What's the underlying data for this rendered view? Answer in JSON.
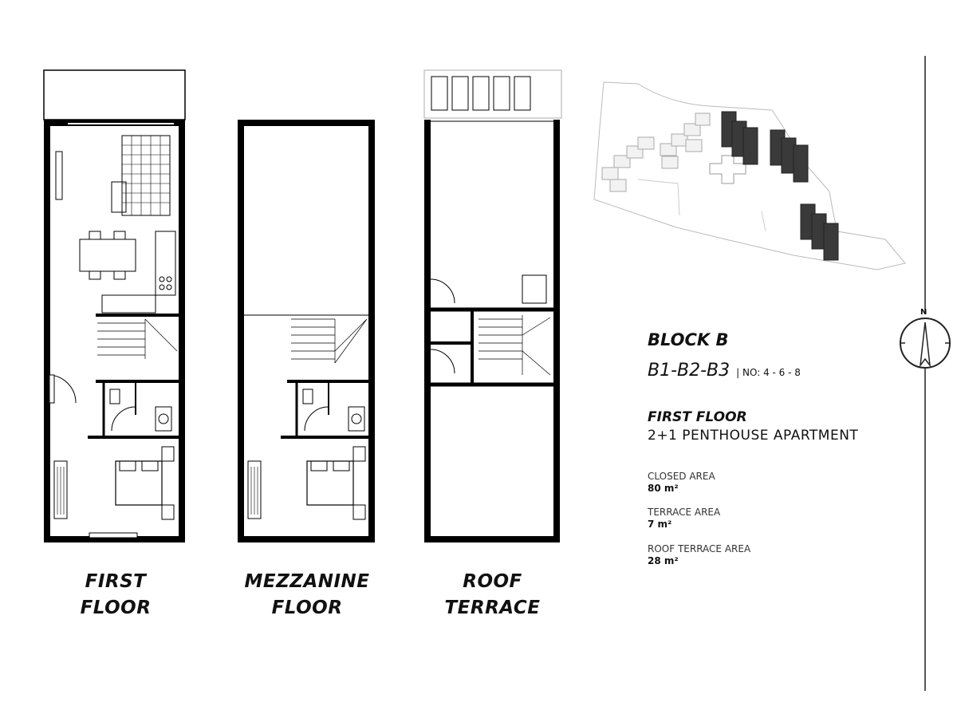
{
  "plans": [
    {
      "label_line1": "FIRST",
      "label_line2": "FLOOR"
    },
    {
      "label_line1": "MEZZANINE",
      "label_line2": "FLOOR"
    },
    {
      "label_line1": "ROOF",
      "label_line2": "TERRACE"
    }
  ],
  "info": {
    "block": "BLOCK B",
    "units": "B1-B2-B3",
    "numbers": "| NO: 4 - 6 - 8",
    "floor": "FIRST FLOOR",
    "apartment_type": "2+1 PENTHOUSE APARTMENT",
    "areas": [
      {
        "label": "CLOSED AREA",
        "value": "80 m²"
      },
      {
        "label": "TERRACE AREA",
        "value": "7 m²"
      },
      {
        "label": "ROOF TERRACE AREA",
        "value": "28 m²"
      }
    ]
  },
  "compass": {
    "north_label": "N"
  },
  "colors": {
    "wall": "#000000",
    "highlight_block": "#3a3a3a",
    "site_line": "#bbbbbb"
  }
}
